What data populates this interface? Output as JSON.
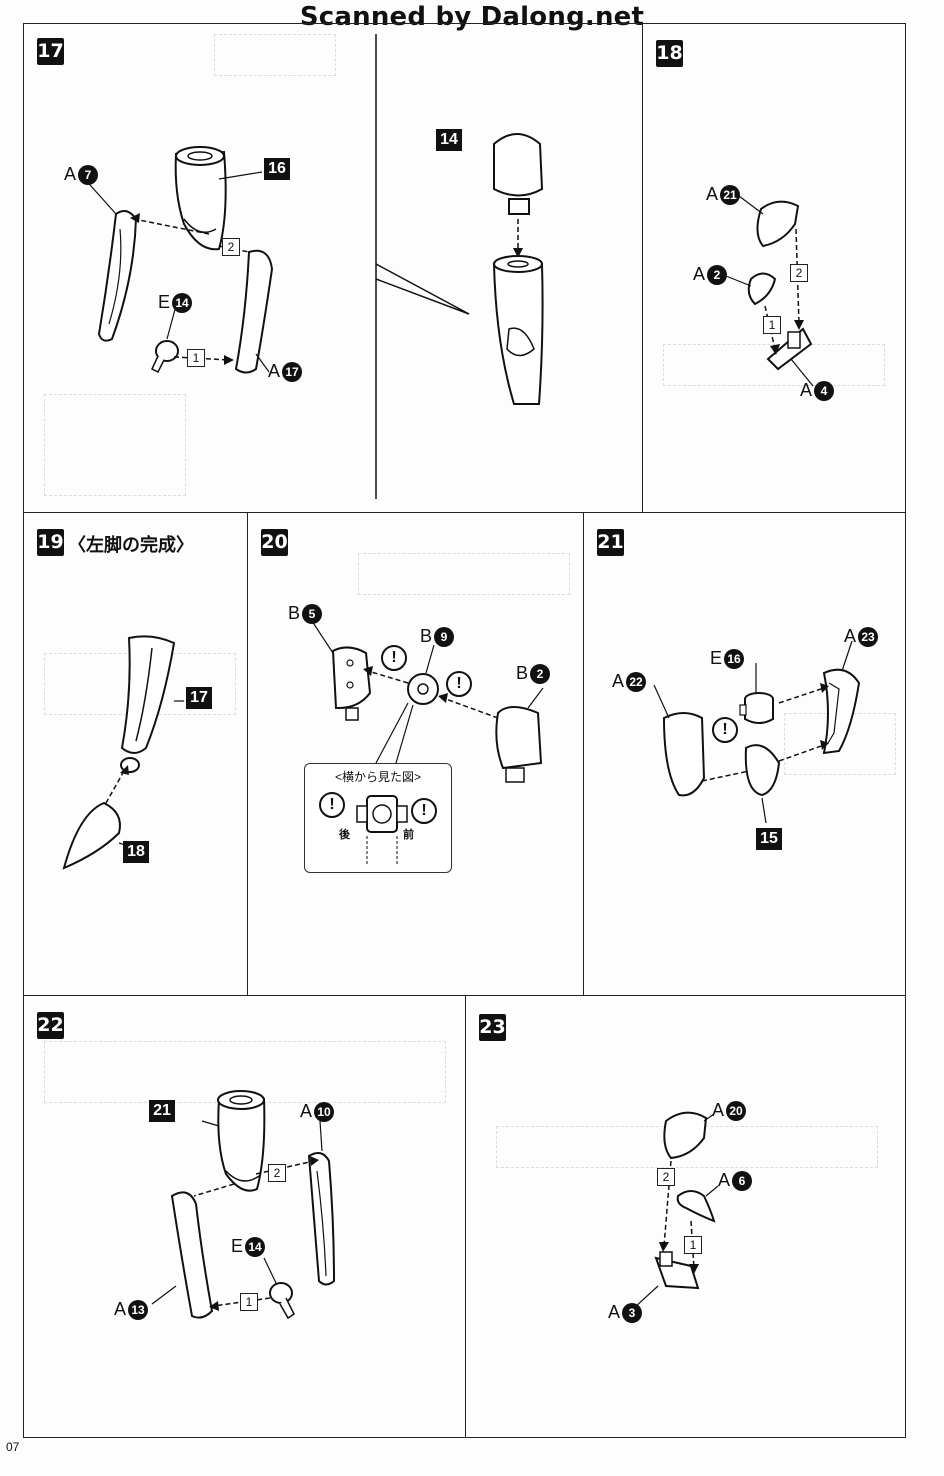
{
  "header": "Scanned by Dalong.net",
  "page_number": "07",
  "steps": {
    "s17": {
      "number": "17",
      "a7": {
        "runner": "A",
        "num": "7"
      },
      "p16": "16",
      "e14": {
        "runner": "E",
        "num": "14"
      },
      "a17": {
        "runner": "A",
        "num": "17"
      },
      "p14": "14",
      "order1": "1",
      "order2": "2"
    },
    "s18": {
      "number": "18",
      "a21": {
        "runner": "A",
        "num": "21"
      },
      "a2": {
        "runner": "A",
        "num": "2"
      },
      "a4": {
        "runner": "A",
        "num": "4"
      },
      "order1": "1",
      "order2": "2"
    },
    "s19": {
      "number": "19",
      "title": "〈左脚の完成〉",
      "p17": "17",
      "p18": "18"
    },
    "s20": {
      "number": "20",
      "b5": {
        "runner": "B",
        "num": "5"
      },
      "b9": {
        "runner": "B",
        "num": "9"
      },
      "b2": {
        "runner": "B",
        "num": "2"
      },
      "warn": "!",
      "callout_title": "<横から見た図>",
      "back": "後",
      "front": "前"
    },
    "s21": {
      "number": "21",
      "a22": {
        "runner": "A",
        "num": "22"
      },
      "e16": {
        "runner": "E",
        "num": "16"
      },
      "a23": {
        "runner": "A",
        "num": "23"
      },
      "p15": "15",
      "warn": "!"
    },
    "s22": {
      "number": "22",
      "p21": "21",
      "a10": {
        "runner": "A",
        "num": "10"
      },
      "e14": {
        "runner": "E",
        "num": "14"
      },
      "a13": {
        "runner": "A",
        "num": "13"
      },
      "order1": "1",
      "order2": "2"
    },
    "s23": {
      "number": "23",
      "a20": {
        "runner": "A",
        "num": "20"
      },
      "a6": {
        "runner": "A",
        "num": "6"
      },
      "a3": {
        "runner": "A",
        "num": "3"
      },
      "order1": "1",
      "order2": "2"
    }
  }
}
